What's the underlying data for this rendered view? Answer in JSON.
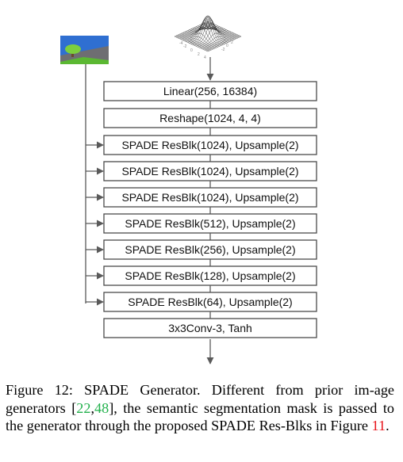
{
  "diagram": {
    "blocks": [
      "Linear(256, 16384)",
      "Reshape(1024, 4, 4)",
      "SPADE ResBlk(1024), Upsample(2)",
      "SPADE ResBlk(1024), Upsample(2)",
      "SPADE ResBlk(1024), Upsample(2)",
      "SPADE ResBlk(512), Upsample(2)",
      "SPADE ResBlk(256), Upsample(2)",
      "SPADE ResBlk(128), Upsample(2)",
      "SPADE ResBlk(64), Upsample(2)",
      "3x3Conv-3, Tanh"
    ],
    "surface_tick_labels": [
      "0",
      "2",
      "4",
      "-2",
      "-4",
      "-2",
      "0",
      "2"
    ],
    "segmentation_colors": {
      "sky": "#2f6fd1",
      "road": "#6e6e72",
      "grass": "#5bb832",
      "tree": "#7ccf3e",
      "trunk": "#6a4a2a"
    }
  },
  "caption": {
    "lead": "Figure 12: SPADE Generator.  Different from prior im-age generators [",
    "ref1": "22",
    "sep": ",",
    "ref2": "48",
    "mid": "], the semantic segmentation mask is passed to the generator through the proposed SPADE Res-Blks in Figure ",
    "ref3": "11",
    "tail": "."
  }
}
